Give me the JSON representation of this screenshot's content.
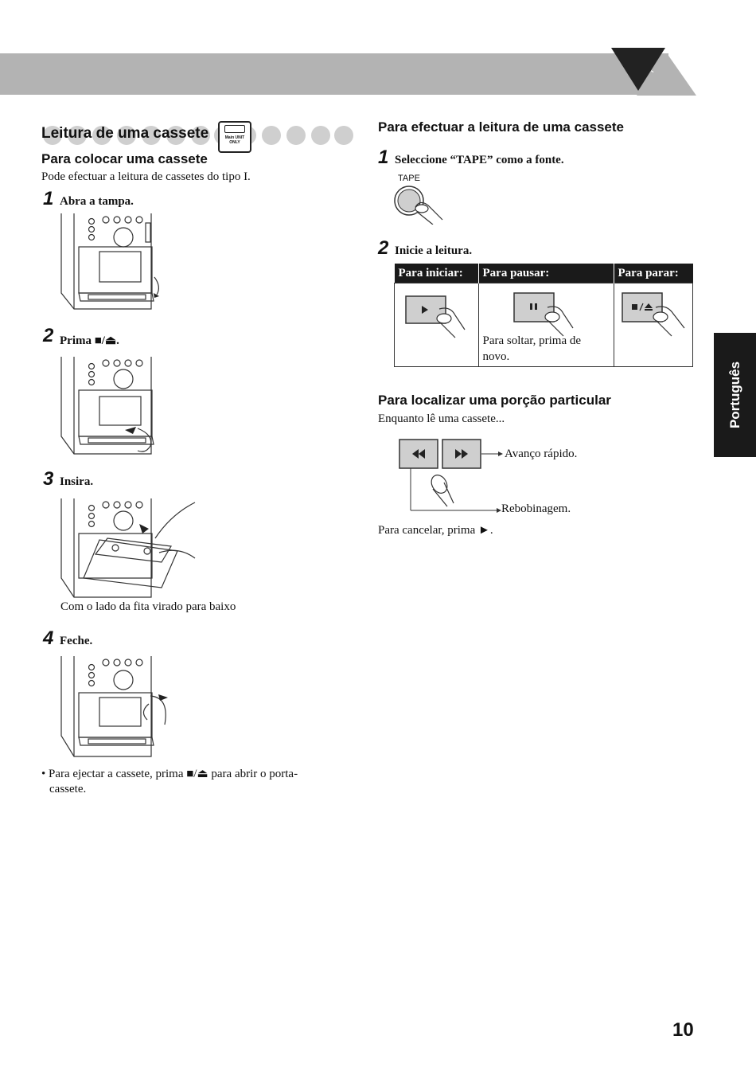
{
  "header": {
    "section_title": "Leitura de uma cassete",
    "main_unit_badge": "Main UNIT ONLY"
  },
  "left": {
    "insert_title": "Para colocar uma cassete",
    "insert_intro": "Pode efectuar a leitura de cassetes do tipo I.",
    "steps": [
      {
        "num": "1",
        "label": "Abra a tampa."
      },
      {
        "num": "2",
        "label": "Prima ■/⏏."
      },
      {
        "num": "3",
        "label": "Insira."
      },
      {
        "num": "4",
        "label": "Feche."
      }
    ],
    "insert_caption": "Com o lado da fita virado para baixo",
    "eject_note": "• Para ejectar a cassete, prima ■/⏏ para abrir o porta-",
    "eject_note_cont": "cassete."
  },
  "right": {
    "play_title": "Para efectuar a leitura de uma cassete",
    "steps": [
      {
        "num": "1",
        "label": "Seleccione “TAPE” como a fonte."
      },
      {
        "num": "2",
        "label": "Inicie a leitura."
      }
    ],
    "tape_button_label": "TAPE",
    "table": {
      "headers": [
        "Para iniciar:",
        "Para pausar:",
        "Para parar:"
      ],
      "pause_note_1": "Para soltar, prima de",
      "pause_note_2": "novo."
    },
    "locate_title": "Para localizar uma porção particular",
    "locate_intro": "Enquanto lê uma cassete...",
    "ff_label": "Avanço rápido.",
    "rew_label": "Rebobinagem.",
    "cancel_note": "Para cancelar, prima ►."
  },
  "side_tab": "Português",
  "page_number": "10"
}
